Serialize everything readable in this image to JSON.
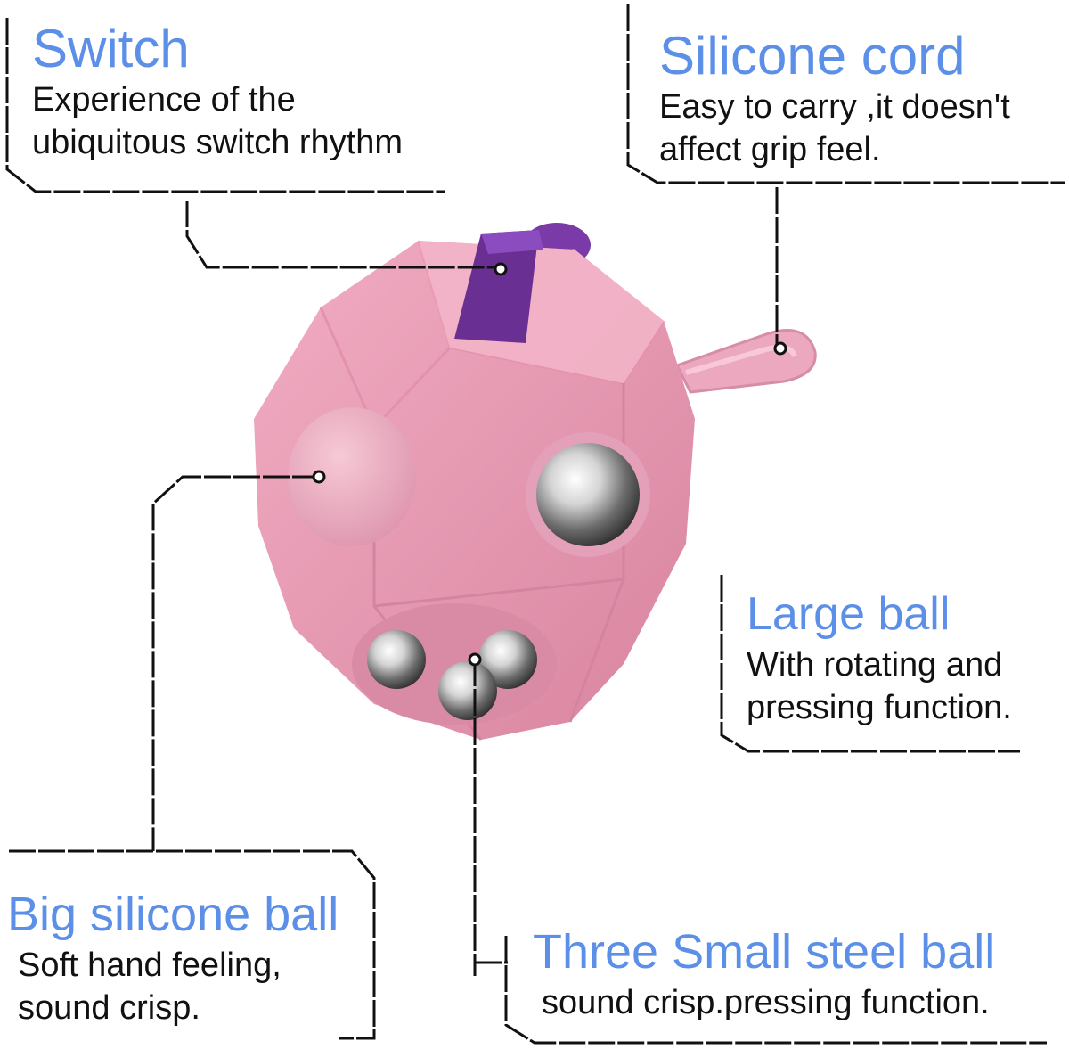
{
  "colors": {
    "title_blue": "#5c8fe8",
    "body_pink": "#e9a0b8",
    "switch_purple": "#6a2f93",
    "steel": "#c0c0c0",
    "line": "#111111"
  },
  "callouts": {
    "switch": {
      "title": "Switch",
      "line1": "Experience of the",
      "line2": "ubiquitous switch rhythm"
    },
    "silicone_cord": {
      "title": "Silicone cord",
      "line1": "Easy to carry ,it doesn't",
      "line2": "affect grip feel."
    },
    "large_ball": {
      "title": "Large ball",
      "line1": "With rotating and",
      "line2": "pressing function."
    },
    "big_silicone_ball": {
      "title": "Big silicone ball",
      "line1": "Soft hand feeling,",
      "line2": "sound crisp."
    },
    "three_small_steel_ball": {
      "title": "Three Small steel ball",
      "line1": "sound crisp.pressing function."
    }
  }
}
